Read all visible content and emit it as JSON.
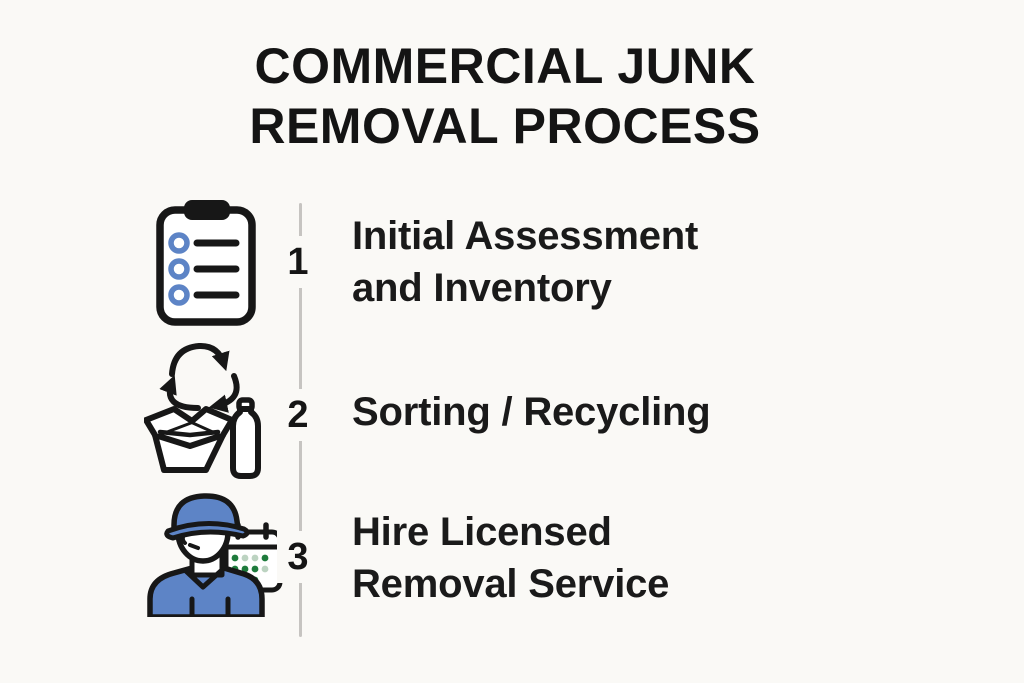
{
  "title": {
    "line1": "COMMERCIAL JUNK",
    "line2": "REMOVAL PROCESS"
  },
  "steps": [
    {
      "number": "1",
      "icon": "clipboard-checklist-icon",
      "lines": [
        "Initial Assessment",
        "and Inventory"
      ]
    },
    {
      "number": "2",
      "icon": "recycle-box-bottle-icon",
      "lines": [
        "Sorting / Recycling"
      ]
    },
    {
      "number": "3",
      "icon": "worker-calendar-icon",
      "lines": [
        "Hire Licensed",
        "Removal Service"
      ]
    }
  ],
  "colors": {
    "background": "#faf9f6",
    "ink": "#171717",
    "accent_blue": "#5d84c6",
    "green_dark": "#1e7b3c",
    "green_light": "#bcd3c1",
    "timeline_gray": "#c6c4c1"
  }
}
